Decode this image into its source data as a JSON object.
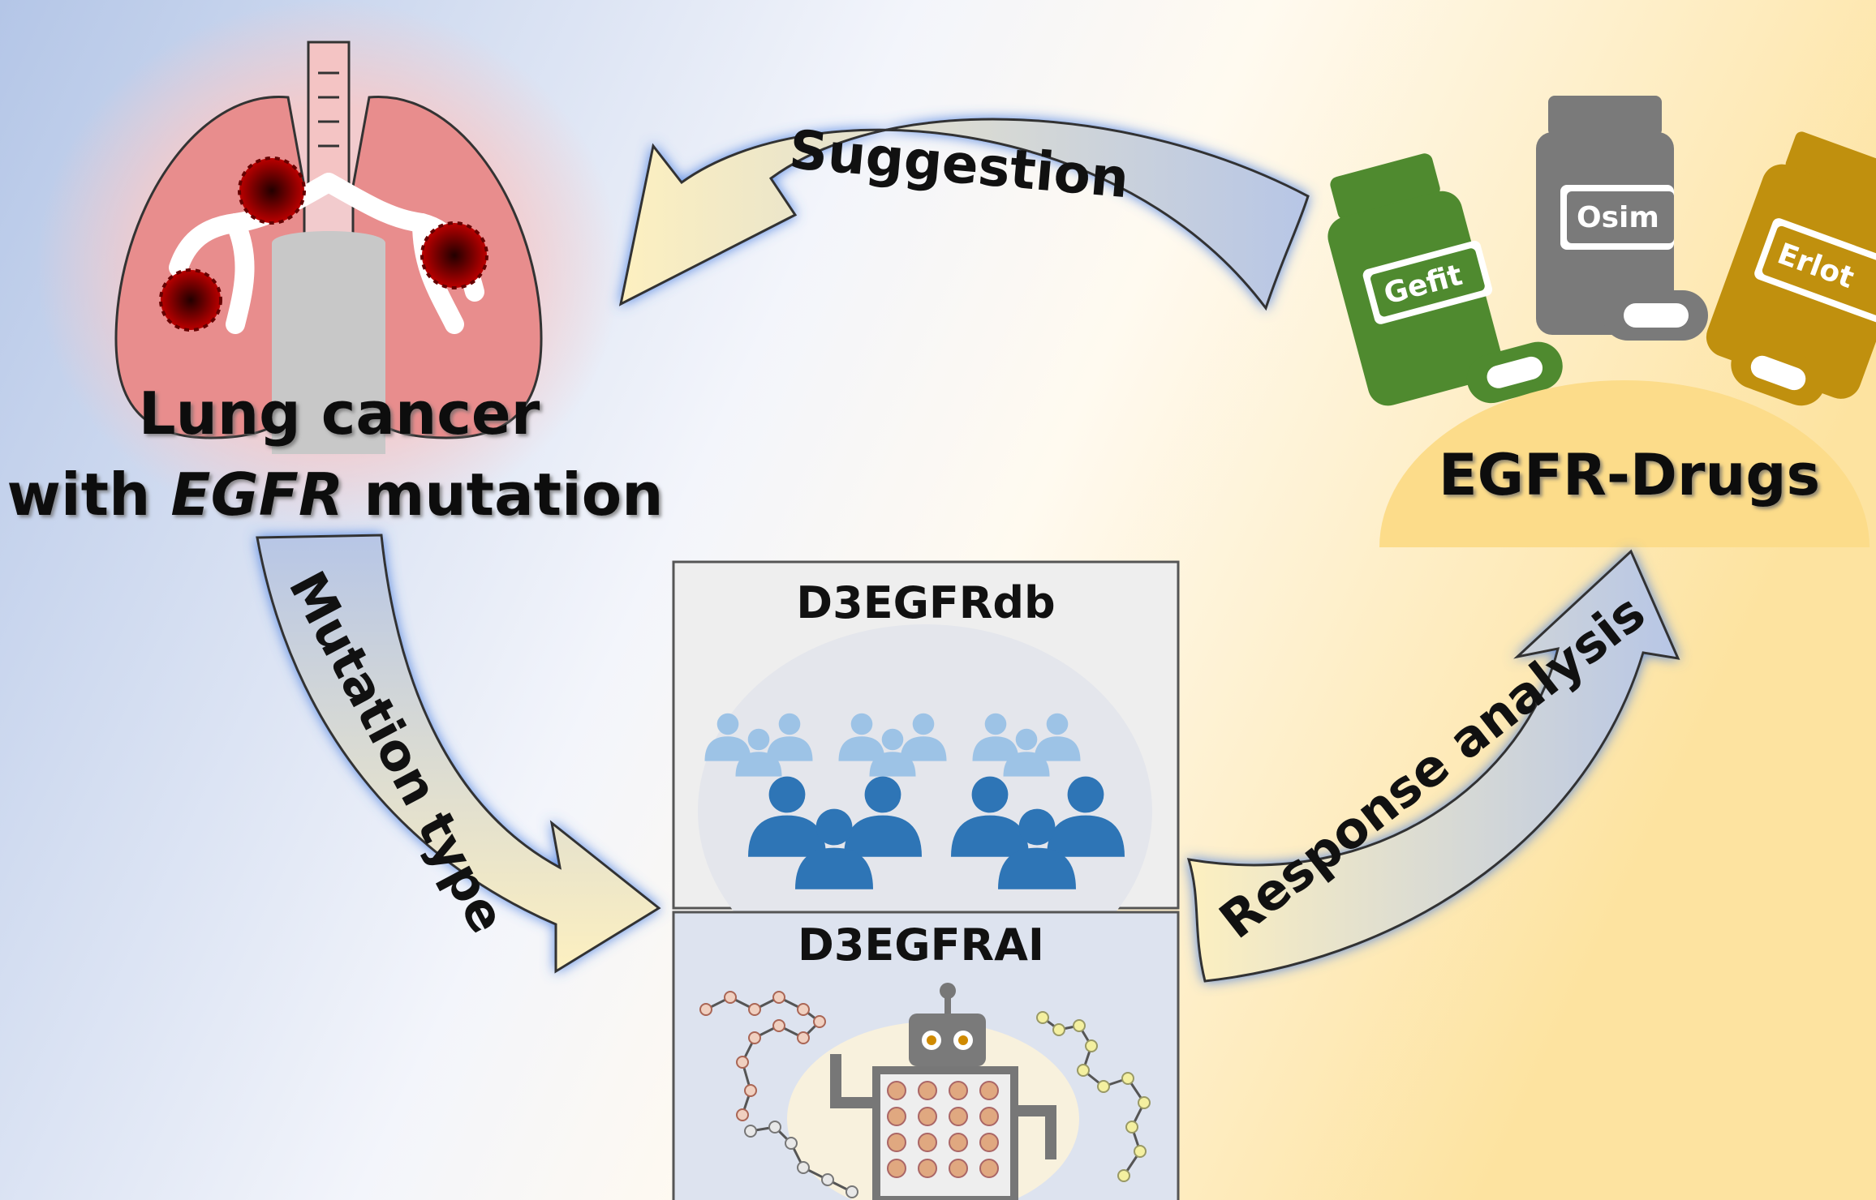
{
  "lung": {
    "title_line1": "Lung cancer",
    "title_line2_prefix": "with ",
    "title_line2_gene": "EGFR",
    "title_line2_suffix": " mutation"
  },
  "arrows": {
    "suggestion": "Suggestion",
    "mutation_type": "Mutation type",
    "response_analysis": "Response analysis"
  },
  "drugs": {
    "title": "EGFR-Drugs",
    "bottles": [
      {
        "label": "Gefit",
        "color": "#4f8a2f"
      },
      {
        "label": "Osim",
        "color": "#7a7a7a"
      },
      {
        "label": "Erlot",
        "color": "#c0900e"
      }
    ]
  },
  "db": {
    "title": "D3EGFRdb",
    "person_light": "#9dc3e6",
    "person_dark": "#2e75b6"
  },
  "ai": {
    "title": "D3EGFRAI"
  },
  "colors": {
    "bg_left": "#b4c6e7",
    "bg_right": "#fde3a0",
    "lung": "#e88d8d",
    "tumor": "#8b0000",
    "arrow_glow": "#4a7ee0"
  }
}
